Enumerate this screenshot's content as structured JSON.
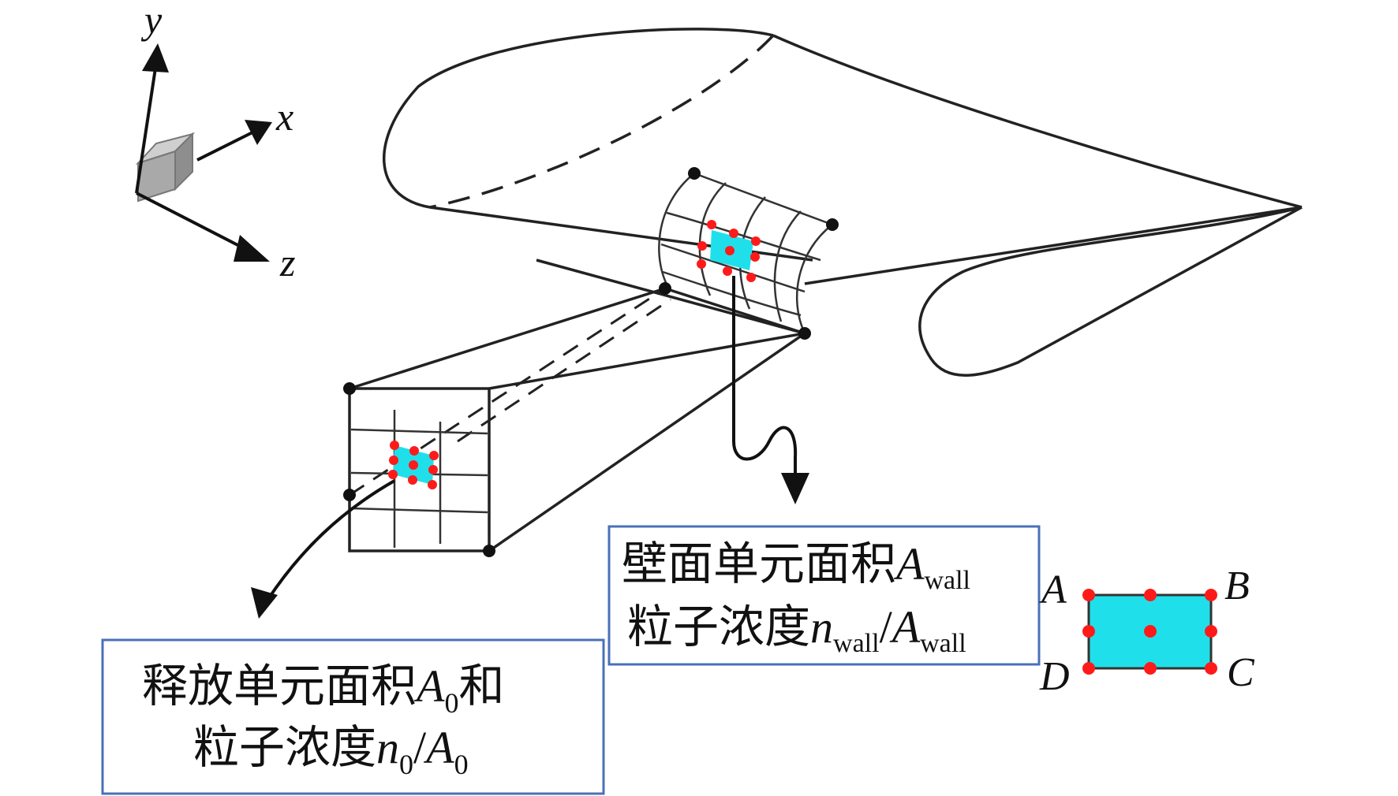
{
  "axes": {
    "y": "y",
    "x": "x",
    "z": "z"
  },
  "callout_release": {
    "line1_text": "释放单元面积",
    "line1_sym": "A",
    "line1_sub": "0",
    "line1_tail": "和",
    "line2_text": "粒子浓度",
    "line2_n": "n",
    "line2_n_sub": "0",
    "line2_slash": "/",
    "line2_A": "A",
    "line2_A_sub": "0"
  },
  "callout_wall": {
    "line1_text": "壁面单元面积",
    "line1_sym": "A",
    "line1_sub": "wall",
    "line2_text": "粒子浓度",
    "line2_n": "n",
    "line2_n_sub": "wall",
    "line2_slash": "/",
    "line2_A": "A",
    "line2_A_sub": "wall"
  },
  "cell_legend": {
    "A": "A",
    "B": "B",
    "C": "C",
    "D": "D"
  },
  "colors": {
    "cell_fill": "#1fe0ea",
    "point": "#ff1a1a",
    "box_border": "#4a70b8",
    "line": "#111111"
  }
}
